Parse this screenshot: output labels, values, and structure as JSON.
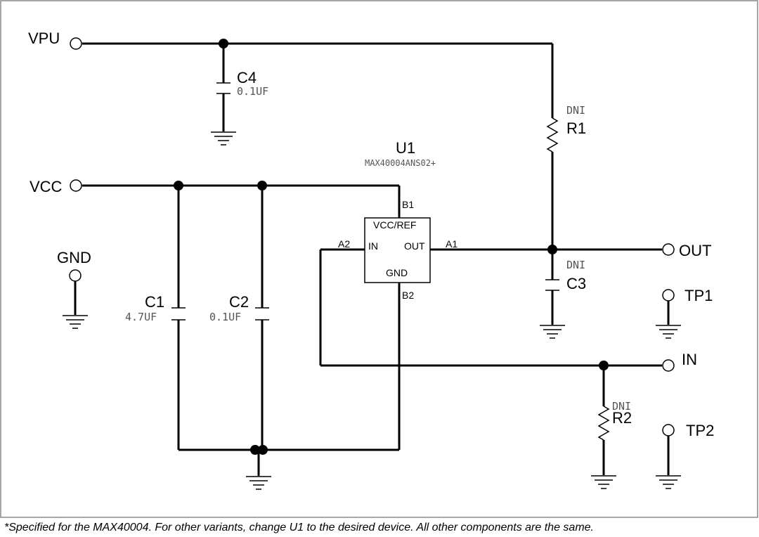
{
  "nets": {
    "vpu": "VPU",
    "vcc": "VCC",
    "gnd": "GND",
    "out": "OUT",
    "in": "IN",
    "tp1": "TP1",
    "tp2": "TP2"
  },
  "components": {
    "u1": {
      "ref": "U1",
      "part": "MAX40004ANS02+",
      "pins": {
        "vcc_ref": "VCC/REF",
        "in": "IN",
        "out": "OUT",
        "gnd": "GND",
        "a1": "A1",
        "a2": "A2",
        "b1": "B1",
        "b2": "B2"
      }
    },
    "c1": {
      "ref": "C1",
      "value": "4.7UF"
    },
    "c2": {
      "ref": "C2",
      "value": "0.1UF"
    },
    "c3": {
      "ref": "C3",
      "value": "DNI"
    },
    "c4": {
      "ref": "C4",
      "value": "0.1UF"
    },
    "r1": {
      "ref": "R1",
      "value": "DNI"
    },
    "r2": {
      "ref": "R2",
      "value": "DNI"
    }
  },
  "footnote": "*Specified for the MAX40004. For other variants, change U1 to the desired device. All other components are the same."
}
